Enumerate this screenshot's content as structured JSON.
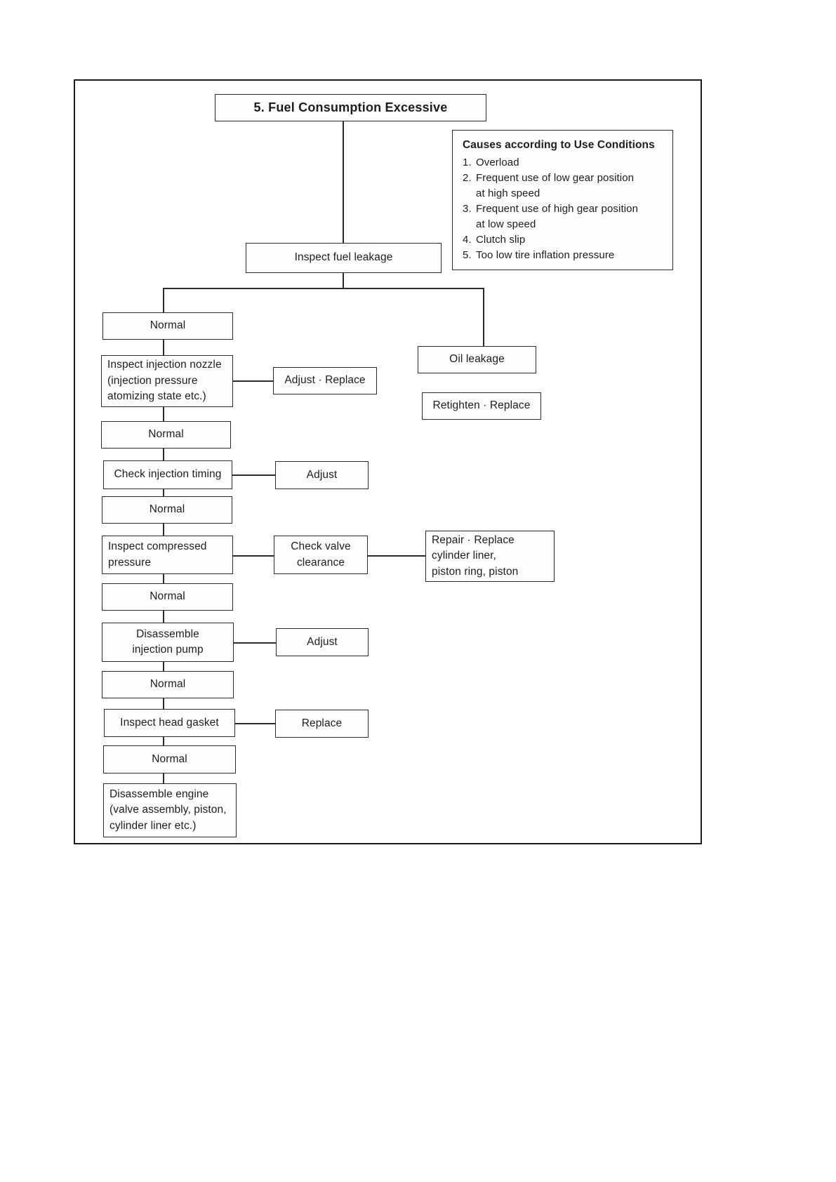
{
  "document": {
    "title": "5. Fuel Consumption Excessive",
    "type": "troubleshooting-flowchart"
  },
  "chart_data": {
    "type": "diagram",
    "title": "5. Fuel Consumption Excessive",
    "nodes": [
      {
        "id": "title",
        "label": "5. Fuel Consumption Excessive"
      },
      {
        "id": "inspect_fuel_leakage",
        "label": "Inspect fuel leakage"
      },
      {
        "id": "normal1",
        "label": "Normal"
      },
      {
        "id": "inspect_injection_nozzle",
        "label": "Inspect injection nozzle (injection pressure atomizing state etc.)"
      },
      {
        "id": "adjust_replace",
        "label": "Adjust · Replace"
      },
      {
        "id": "oil_leakage",
        "label": "Oil leakage"
      },
      {
        "id": "retighten_replace",
        "label": "Retighten · Replace"
      },
      {
        "id": "normal2",
        "label": "Normal"
      },
      {
        "id": "check_injection_timing",
        "label": "Check injection timing"
      },
      {
        "id": "adjust1",
        "label": "Adjust"
      },
      {
        "id": "normal3",
        "label": "Normal"
      },
      {
        "id": "inspect_compressed_pressure",
        "label": "Inspect compressed pressure"
      },
      {
        "id": "check_valve_clearance",
        "label": "Check valve clearance"
      },
      {
        "id": "repair_replace_cylinder",
        "label": "Repair · Replace cylinder liner, piston ring, piston"
      },
      {
        "id": "normal4",
        "label": "Normal"
      },
      {
        "id": "disassemble_injection_pump",
        "label": "Disassemble injection pump"
      },
      {
        "id": "adjust2",
        "label": "Adjust"
      },
      {
        "id": "normal5",
        "label": "Normal"
      },
      {
        "id": "inspect_head_gasket",
        "label": "Inspect head gasket"
      },
      {
        "id": "replace",
        "label": "Replace"
      },
      {
        "id": "normal6",
        "label": "Normal"
      },
      {
        "id": "disassemble_engine",
        "label": "Disassemble engine (valve assembly, piston, cylinder liner etc.)"
      }
    ],
    "edges": [
      {
        "from": "title",
        "to": "inspect_fuel_leakage"
      },
      {
        "from": "inspect_fuel_leakage",
        "to": "normal1"
      },
      {
        "from": "inspect_fuel_leakage",
        "to": "oil_leakage"
      },
      {
        "from": "normal1",
        "to": "inspect_injection_nozzle"
      },
      {
        "from": "inspect_injection_nozzle",
        "to": "adjust_replace"
      },
      {
        "from": "inspect_injection_nozzle",
        "to": "normal2"
      },
      {
        "from": "normal2",
        "to": "check_injection_timing"
      },
      {
        "from": "check_injection_timing",
        "to": "adjust1"
      },
      {
        "from": "check_injection_timing",
        "to": "normal3"
      },
      {
        "from": "normal3",
        "to": "inspect_compressed_pressure"
      },
      {
        "from": "inspect_compressed_pressure",
        "to": "check_valve_clearance"
      },
      {
        "from": "check_valve_clearance",
        "to": "repair_replace_cylinder"
      },
      {
        "from": "inspect_compressed_pressure",
        "to": "normal4"
      },
      {
        "from": "normal4",
        "to": "disassemble_injection_pump"
      },
      {
        "from": "disassemble_injection_pump",
        "to": "adjust2"
      },
      {
        "from": "disassemble_injection_pump",
        "to": "normal5"
      },
      {
        "from": "normal5",
        "to": "inspect_head_gasket"
      },
      {
        "from": "inspect_head_gasket",
        "to": "replace"
      },
      {
        "from": "inspect_head_gasket",
        "to": "normal6"
      },
      {
        "from": "normal6",
        "to": "disassemble_engine"
      }
    ]
  },
  "flow": {
    "title": "5. Fuel Consumption Excessive",
    "inspect_fuel_leakage": "Inspect fuel leakage",
    "normal_1": "Normal",
    "injection_nozzle_line1": "Inspect injection nozzle",
    "injection_nozzle_line2": "(injection pressure",
    "injection_nozzle_line3": "atomizing state etc.)",
    "adjust_replace": "Adjust · Replace",
    "oil_leakage": "Oil leakage",
    "retighten_replace": "Retighten · Replace",
    "normal_2": "Normal",
    "check_injection_timing": "Check injection timing",
    "adjust_1": "Adjust",
    "normal_3": "Normal",
    "inspect_compressed_line1": "Inspect compressed",
    "inspect_compressed_line2": "pressure",
    "check_valve_line1": "Check valve",
    "check_valve_line2": "clearance",
    "repair_replace_line1": "Repair · Replace",
    "repair_replace_line2": "cylinder liner,",
    "repair_replace_line3": "piston ring, piston",
    "normal_4": "Normal",
    "disassemble_pump_line1": "Disassemble",
    "disassemble_pump_line2": "injection pump",
    "adjust_2": "Adjust",
    "normal_5": "Normal",
    "inspect_head_gasket": "Inspect head gasket",
    "replace": "Replace",
    "normal_6": "Normal",
    "disassemble_engine_line1": "Disassemble engine",
    "disassemble_engine_line2": "(valve assembly, piston,",
    "disassemble_engine_line3": "cylinder liner etc.)"
  },
  "causes": {
    "title": "Causes according to Use Conditions",
    "items": [
      {
        "num": "1.",
        "line1": "Overload",
        "line2": ""
      },
      {
        "num": "2.",
        "line1": "Frequent use of low gear position",
        "line2": "at high speed"
      },
      {
        "num": "3.",
        "line1": "Frequent use of high gear position",
        "line2": "at low speed"
      },
      {
        "num": "4.",
        "line1": "Clutch slip",
        "line2": ""
      },
      {
        "num": "5.",
        "line1": "Too low tire inflation pressure",
        "line2": ""
      }
    ]
  },
  "colors": {
    "border": "#2b2b2b",
    "frame": "#1c1c1c",
    "text": "#1d1d1d",
    "background": "#ffffff"
  }
}
